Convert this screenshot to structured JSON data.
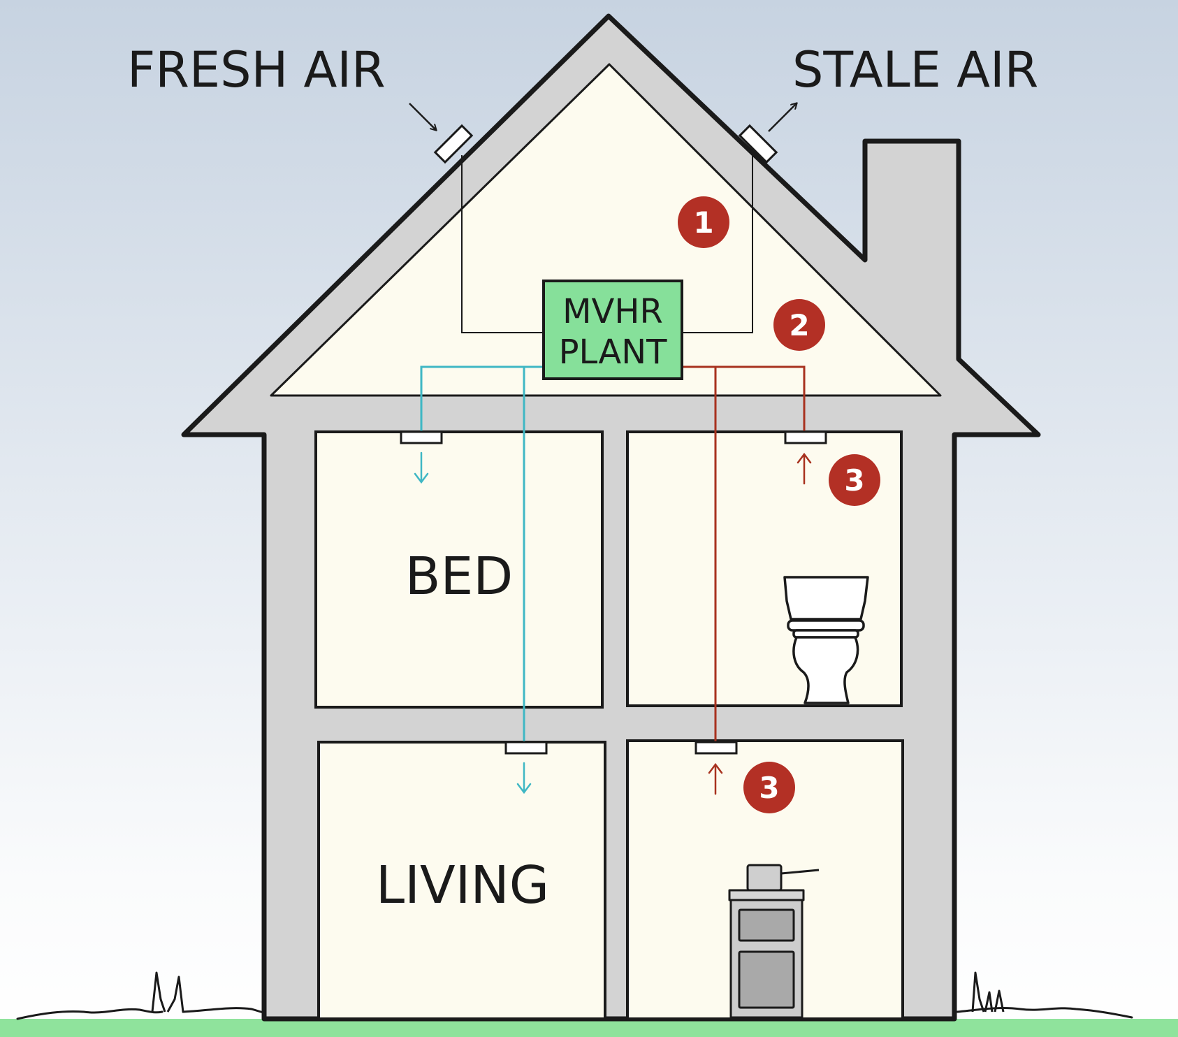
{
  "labels": {
    "fresh_air": "FRESH AIR",
    "stale_air": "STALE AIR",
    "mvhr_line1": "MVHR",
    "mvhr_line2": "PLANT",
    "room_bed": "BED",
    "room_living": "LIVING"
  },
  "badges": {
    "loft": "1",
    "plant": "2",
    "bathroom": "3",
    "kitchen": "3"
  },
  "colors": {
    "sky_top": "#c8d4e2",
    "sky_bottom": "#ffffff",
    "wall": "#d3d3d3",
    "room": "#fdfbef",
    "outline": "#1a1a1a",
    "supply_duct": "#3fb7c4",
    "extract_duct": "#a8321f",
    "badge": "#b33025",
    "mvhr_box": "#86e09a",
    "grass": "#8fe39c"
  },
  "icons": {
    "fresh_air_arrow": "arrow-down-right-icon",
    "stale_air_arrow": "arrow-up-right-icon",
    "toilet": "toilet-icon",
    "cooker": "cooker-icon"
  }
}
